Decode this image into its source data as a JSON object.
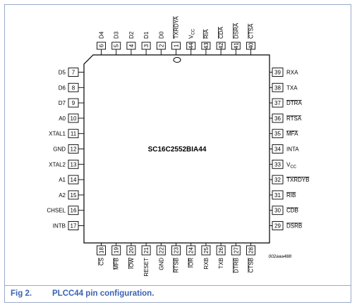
{
  "chip": {
    "name": "SC16C2552BIA44",
    "ref": "002aaa488"
  },
  "pins": {
    "top": [
      {
        "n": "6",
        "s": "D4",
        "bar": false
      },
      {
        "n": "5",
        "s": "D3",
        "bar": false
      },
      {
        "n": "4",
        "s": "D2",
        "bar": false
      },
      {
        "n": "3",
        "s": "D1",
        "bar": false
      },
      {
        "n": "2",
        "s": "D0",
        "bar": false
      },
      {
        "n": "1",
        "s": "TXRDYA",
        "bar": true
      },
      {
        "n": "44",
        "s": "VCC",
        "bar": false,
        "sub": true
      },
      {
        "n": "43",
        "s": "RIA",
        "bar": true
      },
      {
        "n": "42",
        "s": "CDA",
        "bar": true
      },
      {
        "n": "41",
        "s": "DSRA",
        "bar": true
      },
      {
        "n": "40",
        "s": "CTSA",
        "bar": true
      }
    ],
    "left": [
      {
        "n": "7",
        "s": "D5",
        "bar": false
      },
      {
        "n": "8",
        "s": "D6",
        "bar": false
      },
      {
        "n": "9",
        "s": "D7",
        "bar": false
      },
      {
        "n": "10",
        "s": "A0",
        "bar": false
      },
      {
        "n": "11",
        "s": "XTAL1",
        "bar": false
      },
      {
        "n": "12",
        "s": "GND",
        "bar": false
      },
      {
        "n": "13",
        "s": "XTAL2",
        "bar": false
      },
      {
        "n": "14",
        "s": "A1",
        "bar": false
      },
      {
        "n": "15",
        "s": "A2",
        "bar": false
      },
      {
        "n": "16",
        "s": "CHSEL",
        "bar": false
      },
      {
        "n": "17",
        "s": "INTB",
        "bar": false
      }
    ],
    "right": [
      {
        "n": "39",
        "s": "RXA",
        "bar": false
      },
      {
        "n": "38",
        "s": "TXA",
        "bar": false
      },
      {
        "n": "37",
        "s": "DTRA",
        "bar": true
      },
      {
        "n": "36",
        "s": "RTSA",
        "bar": true
      },
      {
        "n": "35",
        "s": "MFA",
        "bar": true
      },
      {
        "n": "34",
        "s": "INTA",
        "bar": false
      },
      {
        "n": "33",
        "s": "VCC",
        "bar": false,
        "sub": true
      },
      {
        "n": "32",
        "s": "TXRDYB",
        "bar": true
      },
      {
        "n": "31",
        "s": "RIB",
        "bar": true
      },
      {
        "n": "30",
        "s": "CDB",
        "bar": true
      },
      {
        "n": "29",
        "s": "DSRB",
        "bar": true
      }
    ],
    "bottom": [
      {
        "n": "18",
        "s": "CS",
        "bar": true
      },
      {
        "n": "19",
        "s": "MFB",
        "bar": true
      },
      {
        "n": "20",
        "s": "IOW",
        "bar": true
      },
      {
        "n": "21",
        "s": "RESET",
        "bar": false
      },
      {
        "n": "22",
        "s": "GND",
        "bar": false
      },
      {
        "n": "23",
        "s": "RTSB",
        "bar": true
      },
      {
        "n": "24",
        "s": "IOR",
        "bar": true
      },
      {
        "n": "25",
        "s": "RXB",
        "bar": false
      },
      {
        "n": "26",
        "s": "TXB",
        "bar": false
      },
      {
        "n": "27",
        "s": "DTRB",
        "bar": true
      },
      {
        "n": "28",
        "s": "CTSB",
        "bar": true
      }
    ]
  },
  "caption": {
    "label": "Fig 2.",
    "title": "PLCC44 pin configuration."
  },
  "colors": {
    "caption": "#3a63b3",
    "frame": "#9aa9c9",
    "ink": "#000000"
  }
}
